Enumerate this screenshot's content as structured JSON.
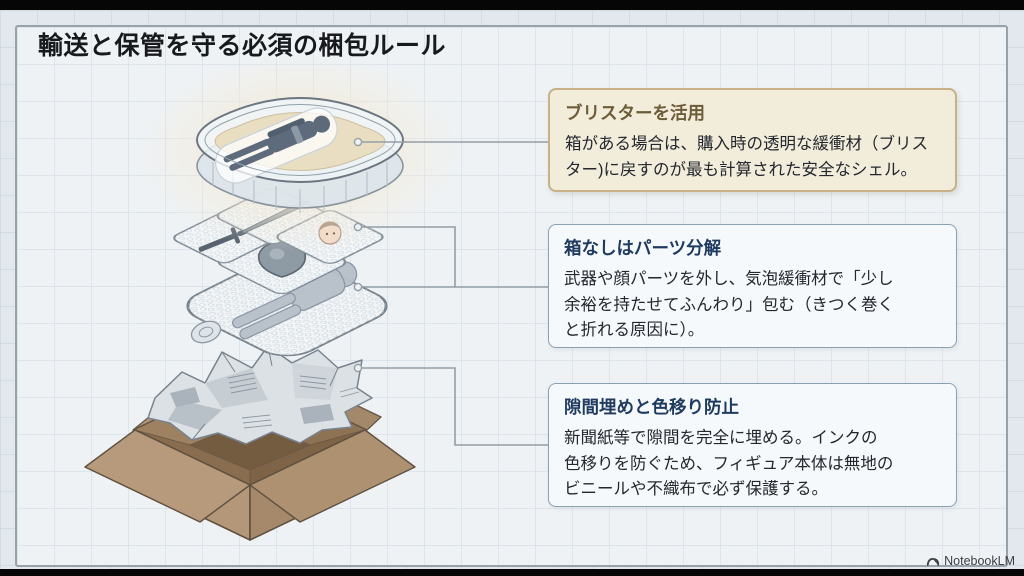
{
  "frame": {
    "title": "輸送と保管を守る必須の梱包ルール",
    "brand": "NotebookLM"
  },
  "callouts": [
    {
      "id": "blister",
      "title": "ブリスターを活用",
      "body_lines": [
        "箱がある場合は、購入時の透明な緩衝材（ブリス",
        "ター)に戻すのが最も計算された安全なシェル。"
      ]
    },
    {
      "id": "no-box",
      "title": "箱なしはパーツ分解",
      "body_lines": [
        "武器や顔パーツを外し、気泡緩衝材で「少し",
        "余裕を持たせてふんわり」包む（きつく巻く",
        "と折れる原因に）。"
      ]
    },
    {
      "id": "gap-fill",
      "title": "隙間埋めと色移り防止",
      "body_lines": [
        "新聞紙等で隙間を完全に埋める。インクの",
        "色移りを防ぐため、フィギュア本体は無地の",
        "ビニールや不織布で必ず保護する。"
      ]
    }
  ],
  "illustration": {
    "layers": [
      "blister-pack-with-figure",
      "detached-parts-on-bubble-wrap",
      "figure-wrapped-in-bubble-wrap",
      "crumpled-newspaper",
      "open-cardboard-box"
    ]
  },
  "colors": {
    "amber_bg": "#f2ecdb",
    "amber_border": "#c6b188",
    "amber_title": "#6d5c38",
    "navy_title": "#1e3a5e",
    "callout_bg": "#f6f9fb",
    "callout_border": "#8ba0b1",
    "panel_bg": "#eef2f5",
    "outer_bg": "#e2e8ed",
    "connector": "#949ea7",
    "carton_light": "#b49678",
    "carton_dark": "#a5896a",
    "body_text": "#23282e"
  }
}
